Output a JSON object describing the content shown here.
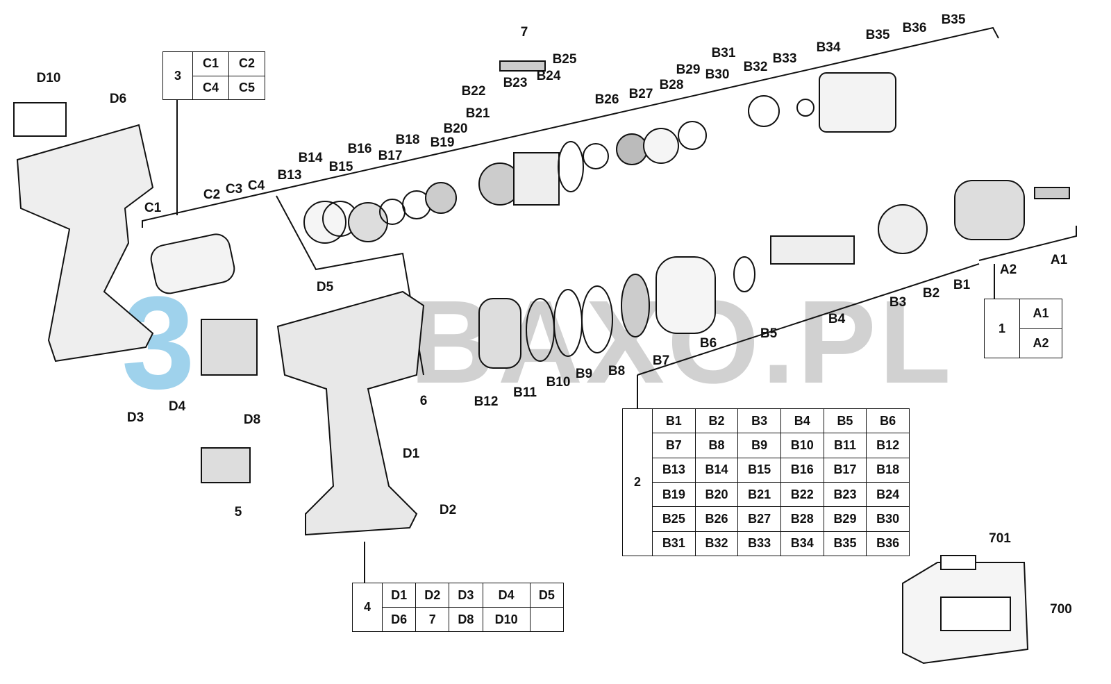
{
  "watermark": {
    "logo": "3",
    "text": "BAXO.PL"
  },
  "labels": [
    "D10",
    "D6",
    "C1",
    "C2",
    "C3",
    "C4",
    "B13",
    "B14",
    "B15",
    "B16",
    "B17",
    "B18",
    "B19",
    "B20",
    "B21",
    "B22",
    "B23",
    "B24",
    "B25",
    "7",
    "B26",
    "B27",
    "B28",
    "B29",
    "B30",
    "B31",
    "B32",
    "B33",
    "B34",
    "B35",
    "B36",
    "B35",
    "D5",
    "A1",
    "A2",
    "B1",
    "B2",
    "B3",
    "B4",
    "B5",
    "B6",
    "B7",
    "B8",
    "B9",
    "B10",
    "B11",
    "B12",
    "6",
    "D8",
    "D4",
    "D3",
    "D1",
    "5",
    "D2",
    "701",
    "700"
  ],
  "tables": {
    "group3": {
      "id": "3",
      "rows": [
        [
          "C1",
          "C2"
        ],
        [
          "C4",
          "C5"
        ]
      ]
    },
    "group1": {
      "id": "1",
      "rows": [
        [
          "A1"
        ],
        [
          "A2"
        ]
      ]
    },
    "group2": {
      "id": "2",
      "rows": [
        [
          "B1",
          "B2",
          "B3",
          "B4",
          "B5",
          "B6"
        ],
        [
          "B7",
          "B8",
          "B9",
          "B10",
          "B11",
          "B12"
        ],
        [
          "B13",
          "B14",
          "B15",
          "B16",
          "B17",
          "B18"
        ],
        [
          "B19",
          "B20",
          "B21",
          "B22",
          "B23",
          "B24"
        ],
        [
          "B25",
          "B26",
          "B27",
          "B28",
          "B29",
          "B30"
        ],
        [
          "B31",
          "B32",
          "B33",
          "B34",
          "B35",
          "B36"
        ]
      ]
    },
    "group4": {
      "id": "4",
      "rows": [
        [
          "D1",
          "D2",
          "D3",
          "D4",
          "D5"
        ],
        [
          "D6",
          "7",
          "D8",
          "D10",
          ""
        ]
      ]
    }
  }
}
